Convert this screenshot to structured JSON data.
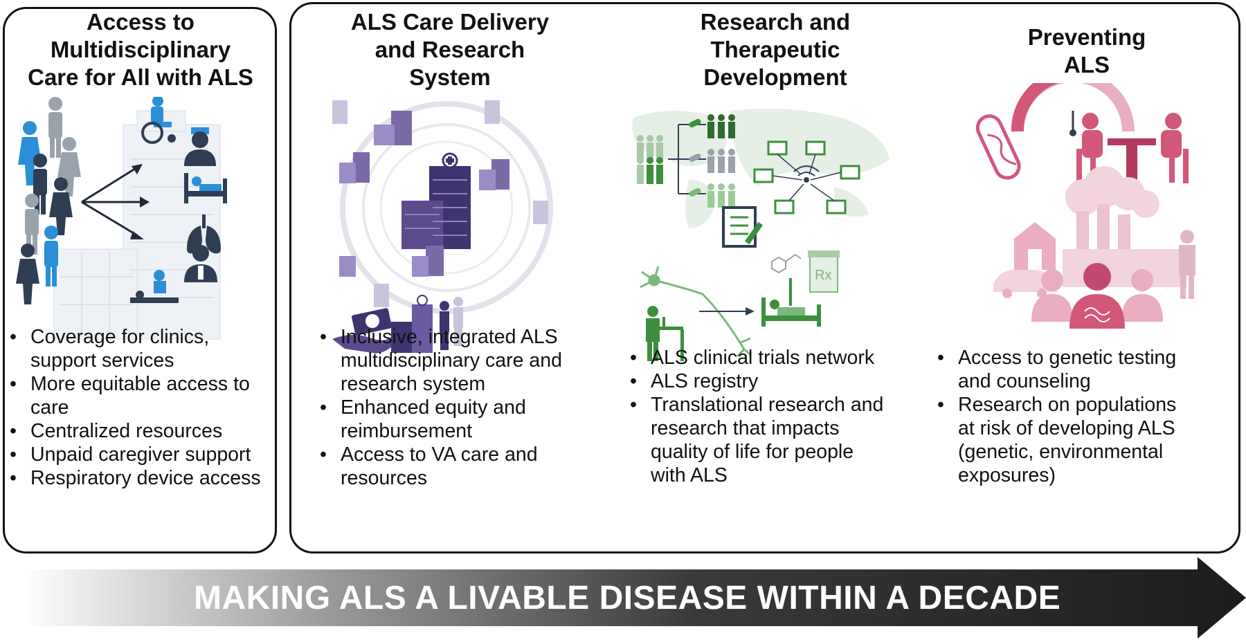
{
  "columns": [
    {
      "title_lines": [
        "Access to",
        "Multidisciplinary",
        "Care for All with ALS"
      ],
      "bullets": [
        [
          "Coverage for clinics,",
          "support services"
        ],
        [
          "More equitable access to",
          "care"
        ],
        [
          "Centralized resources"
        ],
        [
          "Unpaid caregiver support"
        ],
        [
          "Respiratory device access"
        ]
      ]
    },
    {
      "title_lines": [
        "ALS Care Delivery",
        "and Research",
        "System"
      ],
      "bullets": [
        [
          "Inclusive, integrated ALS",
          "multidisciplinary care and",
          "research system"
        ],
        [
          "Enhanced equity and",
          "reimbursement"
        ],
        [
          "Access to VA care and",
          "resources"
        ]
      ]
    },
    {
      "title_lines": [
        "Research and",
        "Therapeutic",
        "Development"
      ],
      "bullets": [
        [
          "ALS clinical trials network"
        ],
        [
          "ALS registry"
        ],
        [
          "Translational research and",
          "research that impacts",
          "quality of life for people",
          "with ALS"
        ]
      ]
    },
    {
      "title_lines": [
        "Preventing",
        "ALS"
      ],
      "bullets": [
        [
          "Access to genetic testing",
          "and counseling"
        ],
        [
          "Research on populations",
          "at risk of developing ALS",
          "(genetic, environmental",
          "exposures)"
        ]
      ]
    }
  ],
  "banner": {
    "text": "MAKING ALS A LIVABLE DISEASE WITHIN A DECADE"
  },
  "icons": {
    "col1": [
      "people-group-icon",
      "building-icon",
      "arrows-icon",
      "wheelchair-icon",
      "nurse-icon",
      "hospital-bed-icon",
      "lungs-icon",
      "doctor-icon",
      "therapy-icon"
    ],
    "col2": [
      "hospital-network-icon",
      "money-hand-icon",
      "va-hospital-icon",
      "veterans-icon"
    ],
    "col3": [
      "world-map-icon",
      "trial-groups-icon",
      "network-computers-icon",
      "checklist-icon",
      "neuron-icon",
      "scientist-icon",
      "patient-bed-icon",
      "prescription-icon"
    ],
    "col4": [
      "dna-tube-icon",
      "gauge-icon",
      "counseling-icon",
      "factory-icon",
      "barn-icon",
      "car-icon",
      "soldier-icon",
      "dna-people-icon"
    ]
  },
  "colors": {
    "col1_accent": "#2a8fd6",
    "col1_dark": "#2f3e52",
    "col2_accent": "#5b4a8c",
    "col3_accent": "#3c8f3e",
    "col4_accent": "#d2587a",
    "col4_light": "#e9aebf"
  }
}
